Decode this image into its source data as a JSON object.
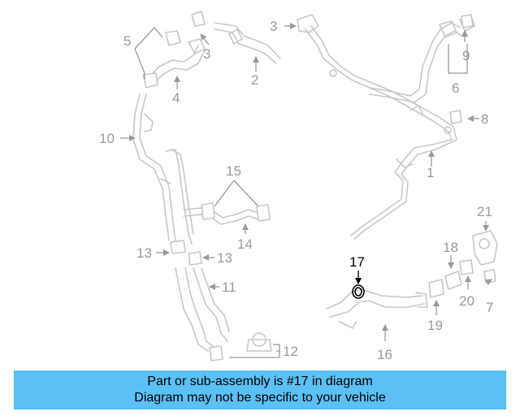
{
  "diagram": {
    "highlighted_part": "17",
    "callouts": [
      "1",
      "2",
      "3",
      "3",
      "4",
      "5",
      "6",
      "7",
      "8",
      "9",
      "10",
      "11",
      "12",
      "13",
      "13",
      "14",
      "15",
      "16",
      "17",
      "18",
      "19",
      "20",
      "21"
    ]
  },
  "banner": {
    "line1": "Part or sub-assembly is #17 in diagram",
    "line2": "Diagram may not be specific to your vehicle"
  },
  "colors": {
    "banner_bg": "#5bc0f4",
    "part_line": "#c8c8c8",
    "label_gray": "#9a9a9a",
    "highlight": "#000000"
  }
}
